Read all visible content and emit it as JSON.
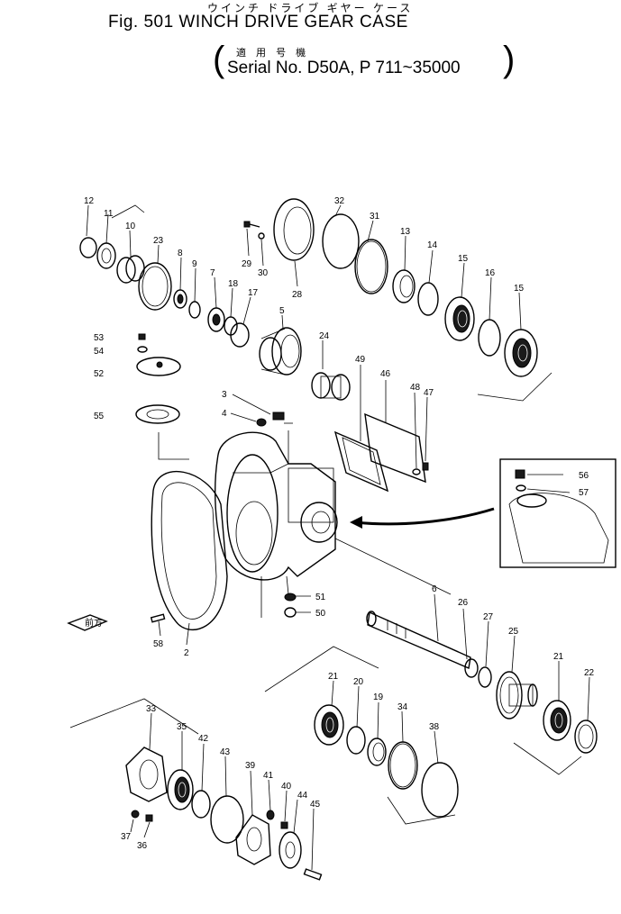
{
  "header": {
    "title_kana": "ウインチ ドライブ ギヤー ケース",
    "title": "Fig. 501   WINCH DRIVE GEAR CASE",
    "serial_jp": "適 用 号 機",
    "serial": "Serial No. D50A, P   711~35000",
    "paren_open": "(",
    "paren_close": ")"
  },
  "labels": {
    "p12": "12",
    "p11": "11",
    "p10": "10",
    "p23": "23",
    "p8": "8",
    "p9": "9",
    "p7": "7",
    "p18": "18",
    "p17": "17",
    "p5": "5",
    "p29": "29",
    "p30": "30",
    "p28": "28",
    "p32": "32",
    "p31": "31",
    "p13": "13",
    "p14": "14",
    "p15a": "15",
    "p16": "16",
    "p15b": "15",
    "p53": "53",
    "p54": "54",
    "p52": "52",
    "p55": "55",
    "p3": "3",
    "p4": "4",
    "p24": "24",
    "p49": "49",
    "p46": "46",
    "p48": "48",
    "p47": "47",
    "p56": "56",
    "p57": "57",
    "p51": "51",
    "p50": "50",
    "p58": "58",
    "p2": "2",
    "p6": "6",
    "p26": "26",
    "p27": "27",
    "p25": "25",
    "p21a": "21",
    "p22": "22",
    "p21b": "21",
    "p20": "20",
    "p19": "19",
    "p34": "34",
    "p38": "38",
    "p33": "33",
    "p35": "35",
    "p42": "42",
    "p43": "43",
    "p39": "39",
    "p41": "41",
    "p40": "40",
    "p44": "44",
    "p45": "45",
    "p37": "37",
    "p36": "36"
  },
  "front_tag": "前方"
}
